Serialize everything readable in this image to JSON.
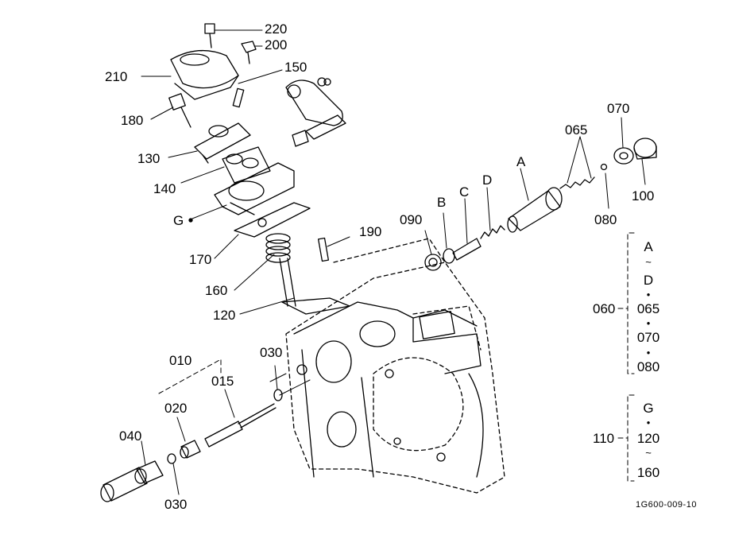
{
  "diagram": {
    "callouts": [
      "220",
      "200",
      "150",
      "210",
      "180",
      "130",
      "140",
      "G",
      "170",
      "160",
      "120",
      "190",
      "090",
      "B",
      "C",
      "D",
      "A",
      "065",
      "070",
      "100",
      "080",
      "030",
      "010",
      "015",
      "020",
      "040",
      "030"
    ],
    "group_060": {
      "number": "060",
      "members": [
        "A",
        "D",
        "065",
        "070",
        "080"
      ],
      "connectors": [
        "~",
        "•",
        "•",
        "•"
      ]
    },
    "group_110": {
      "number": "110",
      "members": [
        "G",
        "120",
        "160"
      ],
      "connectors": [
        "•",
        "~"
      ]
    },
    "figure_code": "1G600-009-10"
  }
}
